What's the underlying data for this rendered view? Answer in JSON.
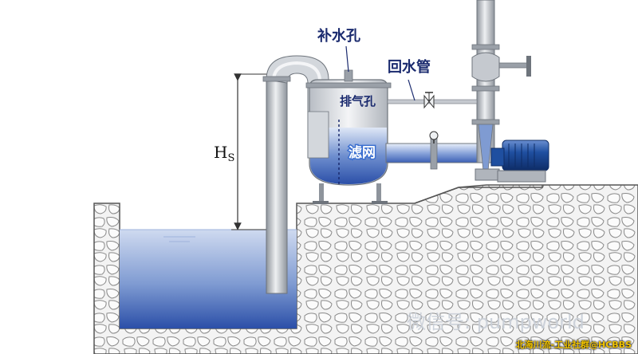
{
  "labels": {
    "fill_hole": "补水孔",
    "return_pipe": "回水管",
    "vent_hole": "排气孔",
    "filter": "滤网",
    "head_symbol": "H",
    "head_subscript": "S"
  },
  "watermark": "微信号: pumpworld",
  "credit": "北海川流-工业社群@HCBBS",
  "colors": {
    "water_dark": "#2b4fa8",
    "water_light": "#cfdaf0",
    "pipe": "#c5c9cf",
    "label": "#1a2a6e",
    "motor": "#1f4fa0",
    "credit": "#f2c400"
  }
}
